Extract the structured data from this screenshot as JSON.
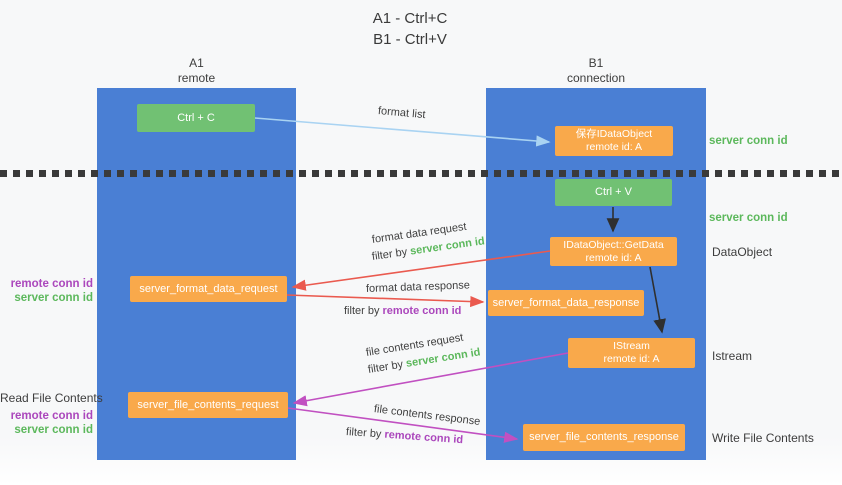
{
  "title": {
    "line1": "A1 - Ctrl+C",
    "line2": "B1 - Ctrl+V"
  },
  "lifelines": {
    "left": {
      "id": "A1",
      "role": "remote"
    },
    "right": {
      "id": "B1",
      "role": "connection"
    }
  },
  "nodes": {
    "ctrl_c": {
      "label": "Ctrl + C"
    },
    "save_idataobject": {
      "line1": "保存IDataObject",
      "line2": "remote id: A"
    },
    "ctrl_v": {
      "label": "Ctrl + V"
    },
    "getdata": {
      "line1": "IDataObject::GetData",
      "line2": "remote id: A"
    },
    "server_format_data_request": {
      "label": "server_format_data_request"
    },
    "server_format_data_response": {
      "label": "server_format_data_response"
    },
    "istream": {
      "line1": "IStream",
      "line2": "remote id: A"
    },
    "server_file_contents_request": {
      "label": "server_file_contents_request"
    },
    "server_file_contents_response": {
      "label": "server_file_contents_response"
    }
  },
  "messages": {
    "format_list": "format list",
    "format_data_request": "format data request",
    "format_data_response": "format data response",
    "file_contents_request": "file contents request",
    "file_contents_response": "file contents response",
    "filter_by": "filter by",
    "server_conn_id": "server conn id",
    "remote_conn_id": "remote conn id"
  },
  "annotations": {
    "server_conn_id_top": "server conn id",
    "server_conn_id_mid": "server conn id",
    "dataobject": "DataObject",
    "istream": "Istream",
    "write_file_contents": "Write File Contents",
    "read_file_contents": "Read File Contents",
    "remote_conn_id_1": "remote conn id",
    "server_conn_id_1": "server conn id",
    "remote_conn_id_2": "remote conn id",
    "server_conn_id_2": "server conn id"
  },
  "colors": {
    "lifeline_blue": "#4a7fd4",
    "action_green": "#71c173",
    "node_orange": "#f9a94b",
    "arrow_light_blue": "#a9d3f2",
    "arrow_red": "#ea5a4f",
    "arrow_magenta": "#c150c1",
    "arrow_black": "#2f2f2f",
    "conn_id_green": "#5cb85c",
    "conn_id_purple": "#ab47bc"
  }
}
